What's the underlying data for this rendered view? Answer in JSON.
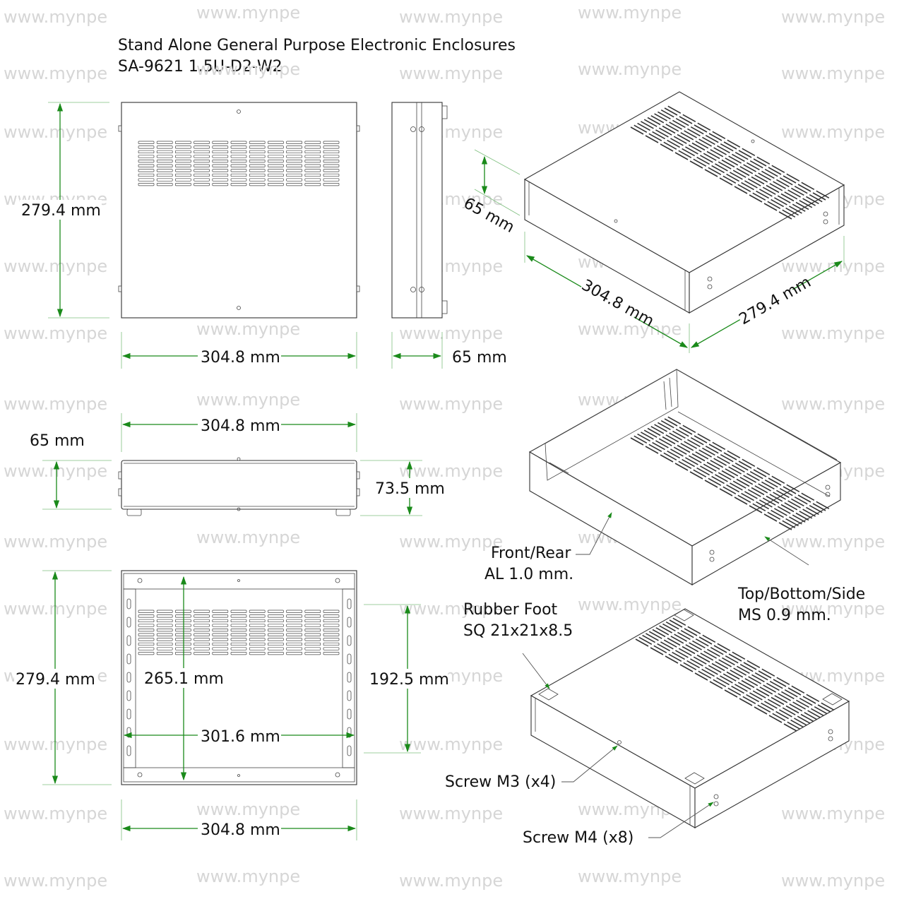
{
  "header": {
    "title": "Stand Alone General Purpose Electronic Enclosures",
    "model": "SA-9621 1.5U-D2-W2"
  },
  "watermark": "www.mynpe",
  "dimensions": {
    "top_view_depth": "279.4 mm",
    "top_view_width": "304.8 mm",
    "side_view_height": "65 mm",
    "iso_height": "65 mm",
    "iso_width": "304.8 mm",
    "iso_depth": "279.4 mm",
    "front_view_width": "304.8 mm",
    "front_view_height": "65 mm",
    "front_view_height_with_feet": "73.5 mm",
    "bottom_view_depth": "279.4 mm",
    "bottom_view_inner_depth": "265.1 mm",
    "bottom_view_inner_width": "301.6 mm",
    "bottom_view_foot_spacing": "192.5 mm",
    "bottom_view_width": "304.8 mm"
  },
  "callouts": {
    "front_rear": [
      "Front/Rear",
      "AL 1.0 mm."
    ],
    "top_bottom_side": [
      "Top/Bottom/Side",
      "MS 0.9 mm."
    ],
    "rubber_foot": [
      "Rubber Foot",
      "SQ 21x21x8.5"
    ],
    "screw_m3": "Screw M3 (x4)",
    "screw_m4": "Screw M4 (x8)"
  },
  "colors": {
    "dimension": "#1a8a1a",
    "watermark": "#d6d6d6",
    "outline": "#333333"
  }
}
